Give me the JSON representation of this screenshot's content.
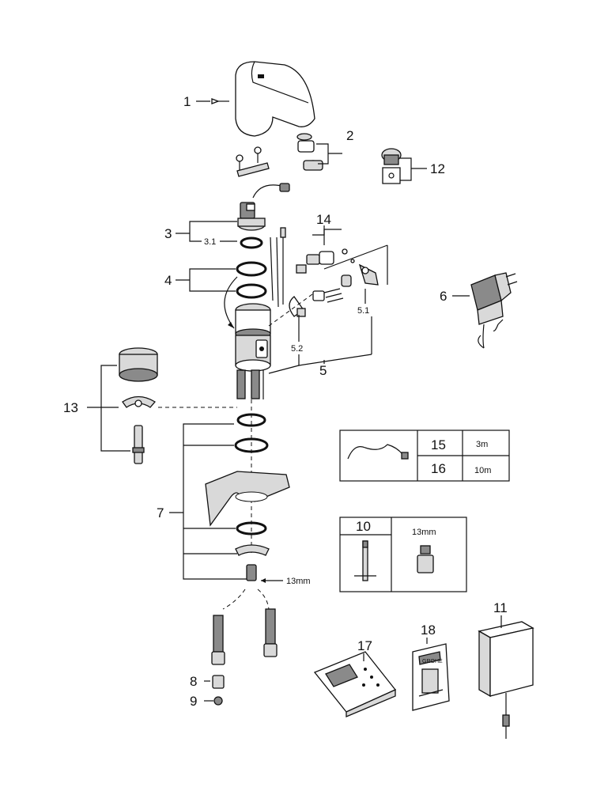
{
  "callouts": {
    "c1": "1",
    "c2": "2",
    "c3": "3",
    "c3_1": "3.1",
    "c4": "4",
    "c5": "5",
    "c5_1": "5.1",
    "c5_2": "5.2",
    "c6": "6",
    "c7": "7",
    "c8": "8",
    "c9": "9",
    "c10": "10",
    "c11": "11",
    "c12": "12",
    "c13": "13",
    "c14": "14",
    "c17": "17",
    "c18": "18"
  },
  "wrench_size_inline": "13mm",
  "cable_table": {
    "rows": [
      {
        "number": "15",
        "length": "3m"
      },
      {
        "number": "16",
        "length": "10m"
      }
    ]
  },
  "tool_box": {
    "number": "10",
    "wrench_size": "13mm"
  },
  "nameplate_brand": "GROHE"
}
